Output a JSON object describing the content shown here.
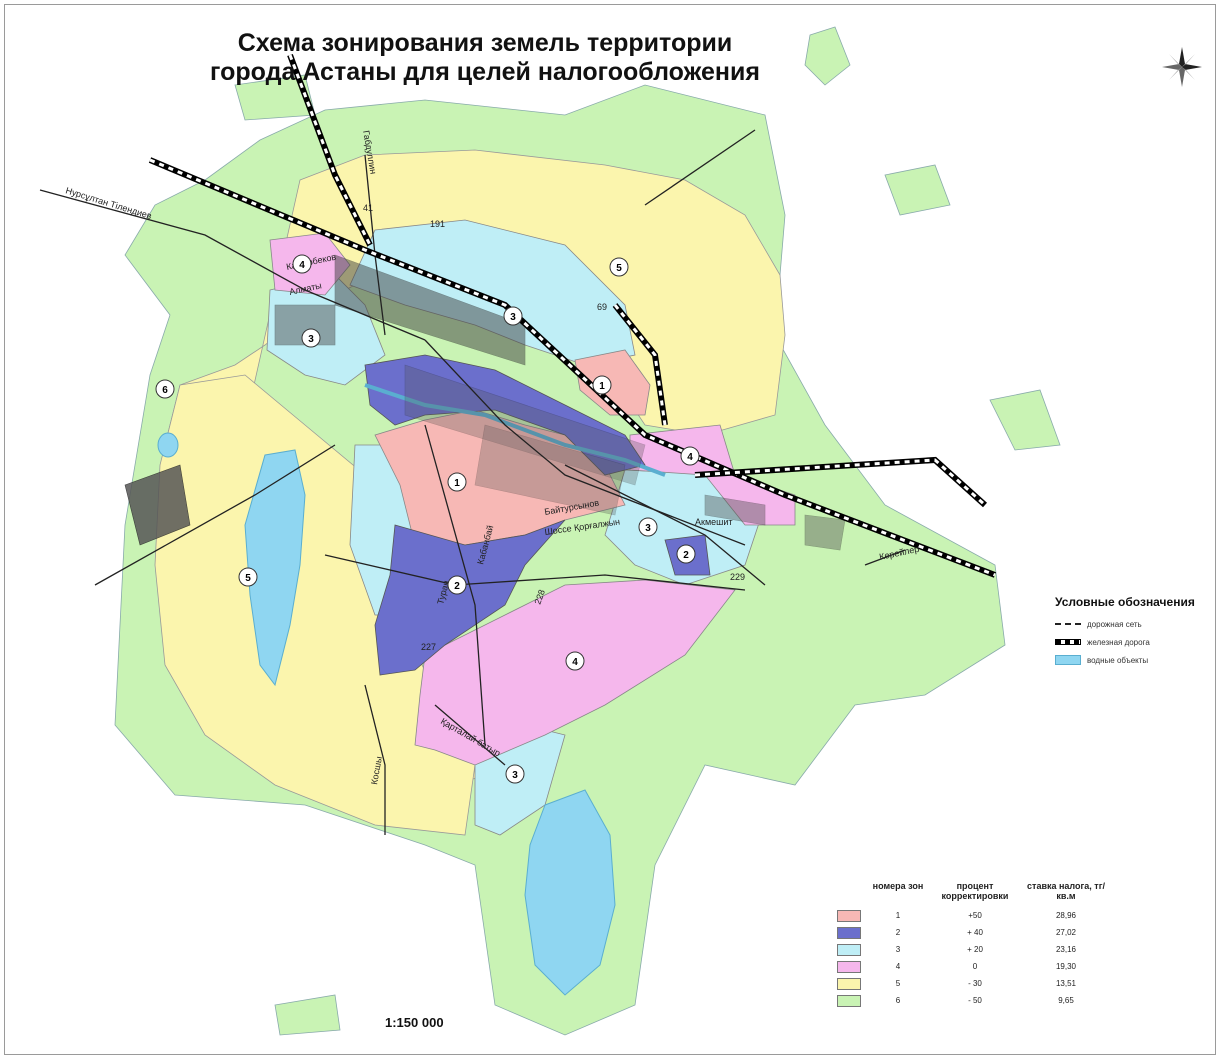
{
  "title": {
    "line1": "Схема зонирования земель территории",
    "line2": "города Астаны для целей налогообложения"
  },
  "colors": {
    "zone1": "#f7b8b5",
    "zone2": "#6b6fcc",
    "zone3": "#bfeef6",
    "zone4": "#f5b7ec",
    "zone5": "#fbf5ad",
    "zone6": "#c9f3b4",
    "water": "#8fd6f1",
    "road": "#222222"
  },
  "street_labels": {
    "nurzhol": "Нурсұлтан Тілендиев",
    "kaiyrbekov": "Кайырбеков",
    "almaty": "Алматы",
    "gabdullin": "Габдуллин",
    "bailyk": "Байтурсынов",
    "kabanbai": "Шоссе Қорғалжын",
    "akmeshit": "Акмешит",
    "turan": "Туран",
    "kabanbai2": "Кабанбай",
    "kosshy": "Косшы",
    "kartal": "Қарталай батыр",
    "baytyr": "Керейлер",
    "road191": "191",
    "road69": "69",
    "road41": "41",
    "road227": "227",
    "road228": "228",
    "road229": "229"
  },
  "zone_labels": [
    "1",
    "1",
    "2",
    "2",
    "3",
    "3",
    "3",
    "3",
    "4",
    "4",
    "4",
    "5",
    "5",
    "6"
  ],
  "conventions": {
    "heading": "Условные обозначения",
    "road": "дорожная сеть",
    "rail": "железная дорога",
    "water": "водные объекты"
  },
  "zone_table": {
    "headers": {
      "zone": "номера зон",
      "percent": "процент корректировки",
      "rate": "ставка налога, тг/кв.м"
    },
    "rows": [
      {
        "zone": "1",
        "percent": "+50",
        "rate": "28,96"
      },
      {
        "zone": "2",
        "percent": "+ 40",
        "rate": "27,02"
      },
      {
        "zone": "3",
        "percent": "+ 20",
        "rate": "23,16"
      },
      {
        "zone": "4",
        "percent": "0",
        "rate": "19,30"
      },
      {
        "zone": "5",
        "percent": "- 30",
        "rate": "13,51"
      },
      {
        "zone": "6",
        "percent": "- 50",
        "rate": "9,65"
      }
    ]
  },
  "scale": "1:150 000"
}
